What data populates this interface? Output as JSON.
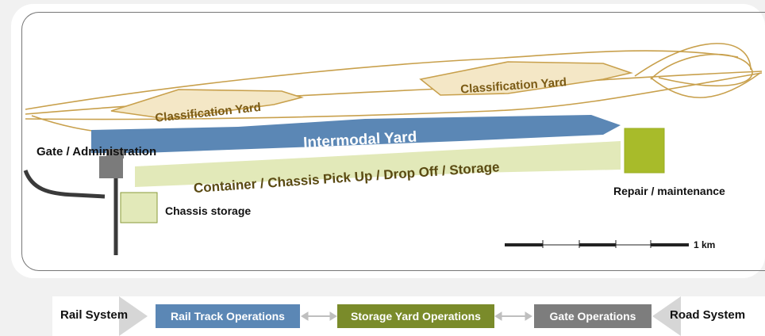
{
  "map": {
    "labels": {
      "classification_yard_left": "Classification Yard",
      "classification_yard_right": "Classification Yard",
      "intermodal_yard": "Intermodal Yard",
      "container_area": "Container / Chassis Pick Up / Drop Off / Storage",
      "gate_admin": "Gate / Administration",
      "chassis_storage": "Chassis storage",
      "repair": "Repair / maintenance",
      "scale": "1 km"
    }
  },
  "flow": {
    "rail_system": "Rail System",
    "road_system": "Road System",
    "boxes": [
      {
        "label": "Rail Track Operations",
        "color": "#5b87b5"
      },
      {
        "label": "Storage Yard Operations",
        "color": "#7a8b2a"
      },
      {
        "label": "Gate Operations",
        "color": "#7d7d7d"
      }
    ]
  },
  "colors": {
    "track": "#c8a04c",
    "classification_fill": "#f4e7c6",
    "intermodal": "#5b87b5",
    "container": "#e2e9b9",
    "repair": "#a8bb2a",
    "gate": "#7b7b7b",
    "road": "#3a3a3a"
  }
}
